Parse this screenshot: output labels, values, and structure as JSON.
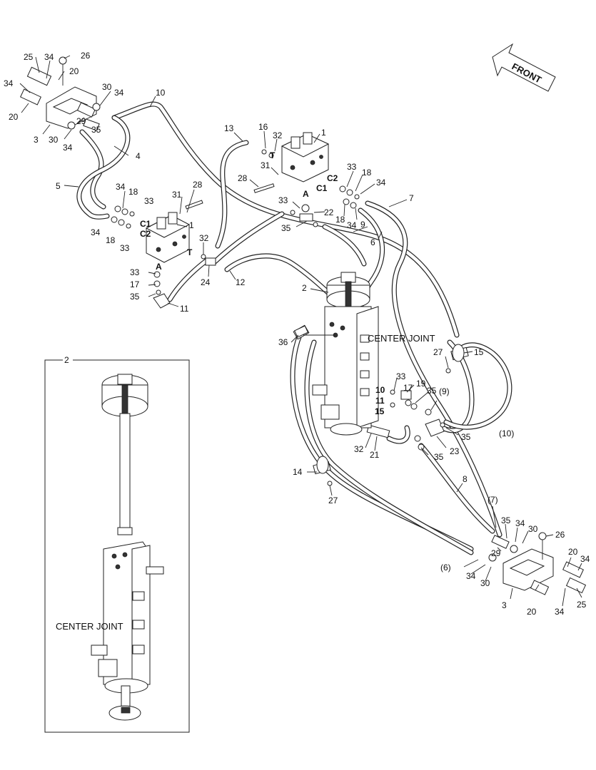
{
  "front_label": "FRONT",
  "center_joint_label_main": "CENTER JOINT",
  "center_joint_label_inset": "CENTER JOINT",
  "inset_ref": "2",
  "callouts": [
    {
      "id": "c25a",
      "text": "25"
    },
    {
      "id": "c34a",
      "text": "34"
    },
    {
      "id": "c26a",
      "text": "26"
    },
    {
      "id": "c20a",
      "text": "20"
    },
    {
      "id": "c34b",
      "text": "34"
    },
    {
      "id": "c30a",
      "text": "30"
    },
    {
      "id": "c34c",
      "text": "34"
    },
    {
      "id": "c10a",
      "text": "10"
    },
    {
      "id": "c20b",
      "text": "20"
    },
    {
      "id": "c29a",
      "text": "29"
    },
    {
      "id": "c35a",
      "text": "35"
    },
    {
      "id": "c3a",
      "text": "3"
    },
    {
      "id": "c30b",
      "text": "30"
    },
    {
      "id": "c34d",
      "text": "34"
    },
    {
      "id": "c4",
      "text": "4"
    },
    {
      "id": "c5",
      "text": "5"
    },
    {
      "id": "c34e",
      "text": "34"
    },
    {
      "id": "c18a",
      "text": "18"
    },
    {
      "id": "c33a",
      "text": "33"
    },
    {
      "id": "c31a",
      "text": "31"
    },
    {
      "id": "c28a",
      "text": "28"
    },
    {
      "id": "c1a",
      "text": "1"
    },
    {
      "id": "c34f",
      "text": "34"
    },
    {
      "id": "c18b",
      "text": "18"
    },
    {
      "id": "c33b",
      "text": "33"
    },
    {
      "id": "c32a",
      "text": "32"
    },
    {
      "id": "c33c",
      "text": "33"
    },
    {
      "id": "c17a",
      "text": "17"
    },
    {
      "id": "c35b",
      "text": "35"
    },
    {
      "id": "c11a",
      "text": "11"
    },
    {
      "id": "c24",
      "text": "24"
    },
    {
      "id": "c12",
      "text": "12"
    },
    {
      "id": "c13",
      "text": "13"
    },
    {
      "id": "c16",
      "text": "16"
    },
    {
      "id": "c32b",
      "text": "32"
    },
    {
      "id": "c1b",
      "text": "1"
    },
    {
      "id": "c31b",
      "text": "31"
    },
    {
      "id": "c28b",
      "text": "28"
    },
    {
      "id": "c33d",
      "text": "33"
    },
    {
      "id": "c18c",
      "text": "18"
    },
    {
      "id": "c34g",
      "text": "34"
    },
    {
      "id": "c7a",
      "text": "7"
    },
    {
      "id": "c33e",
      "text": "33"
    },
    {
      "id": "c22",
      "text": "22"
    },
    {
      "id": "c18d",
      "text": "18"
    },
    {
      "id": "c35c",
      "text": "35"
    },
    {
      "id": "c34h",
      "text": "34"
    },
    {
      "id": "c9a",
      "text": "9"
    },
    {
      "id": "c6a",
      "text": "6"
    },
    {
      "id": "c2a",
      "text": "2"
    },
    {
      "id": "c36",
      "text": "36"
    },
    {
      "id": "c27a",
      "text": "27"
    },
    {
      "id": "c15a",
      "text": "15"
    },
    {
      "id": "c33f",
      "text": "33"
    },
    {
      "id": "c17b",
      "text": "17"
    },
    {
      "id": "c19",
      "text": "19"
    },
    {
      "id": "c35d",
      "text": "35"
    },
    {
      "id": "c9b",
      "text": "(9)"
    },
    {
      "id": "c35e",
      "text": "35"
    },
    {
      "id": "c10b",
      "text": "(10)"
    },
    {
      "id": "c23",
      "text": "23"
    },
    {
      "id": "c35f",
      "text": "35"
    },
    {
      "id": "c32c",
      "text": "32"
    },
    {
      "id": "c21",
      "text": "21"
    },
    {
      "id": "c14",
      "text": "14"
    },
    {
      "id": "c27b",
      "text": "27"
    },
    {
      "id": "c8",
      "text": "8"
    },
    {
      "id": "c7b",
      "text": "(7)"
    },
    {
      "id": "c35g",
      "text": "35"
    },
    {
      "id": "c34i",
      "text": "34"
    },
    {
      "id": "c30c",
      "text": "30"
    },
    {
      "id": "c26b",
      "text": "26"
    },
    {
      "id": "c29b",
      "text": "29"
    },
    {
      "id": "c20c",
      "text": "20"
    },
    {
      "id": "c34j",
      "text": "34"
    },
    {
      "id": "c6b",
      "text": "(6)"
    },
    {
      "id": "c34k",
      "text": "34"
    },
    {
      "id": "c30d",
      "text": "30"
    },
    {
      "id": "c3b",
      "text": "3"
    },
    {
      "id": "c20d",
      "text": "20"
    },
    {
      "id": "c34l",
      "text": "34"
    },
    {
      "id": "c25b",
      "text": "25"
    }
  ],
  "port_labels": [
    {
      "id": "pC1a",
      "text": "C1"
    },
    {
      "id": "pC2a",
      "text": "C2"
    },
    {
      "id": "pTa",
      "text": "T"
    },
    {
      "id": "pAa",
      "text": "A"
    },
    {
      "id": "pTb",
      "text": "T"
    },
    {
      "id": "pC2b",
      "text": "C2"
    },
    {
      "id": "pC1b",
      "text": "C1"
    },
    {
      "id": "pAb",
      "text": "A"
    },
    {
      "id": "p10",
      "text": "10"
    },
    {
      "id": "p11",
      "text": "11"
    },
    {
      "id": "p15",
      "text": "15"
    }
  ]
}
